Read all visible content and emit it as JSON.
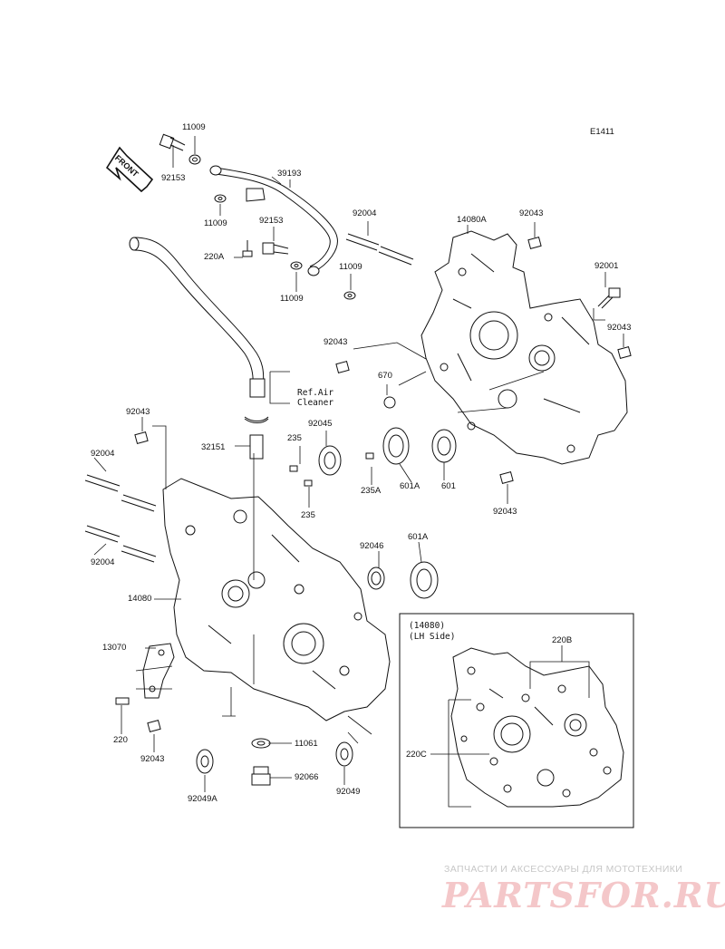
{
  "diagram_code": "E1411",
  "front_label": "FRONT",
  "ref_note": "Ref.Air\nCleaner",
  "inset": {
    "title_line1": "(14080)",
    "title_line2": "(LH Side)"
  },
  "parts": {
    "p11009_top": "11009",
    "p92153_top": "92153",
    "p39193": "39193",
    "p11009_mid": "11009",
    "p92153_mid": "92153",
    "p220A": "220A",
    "p11009_r": "11009",
    "p11009_b": "11009",
    "p92004_top": "92004",
    "p14080A": "14080A",
    "p92043_tr": "92043",
    "p92001": "92001",
    "p92043_r": "92043",
    "p92043_m": "92043",
    "p670": "670",
    "p92045": "92045",
    "p235_a": "235",
    "p235A": "235A",
    "p601A_a": "601A",
    "p601": "601",
    "p235_b": "235",
    "p92043_rb": "92043",
    "p92043_l": "92043",
    "p32151": "32151",
    "p92004_l1": "92004",
    "p92004_l2": "92004",
    "p92046": "92046",
    "p601A_b": "601A",
    "p14080": "14080",
    "p13070": "13070",
    "p220": "220",
    "p92043_bl": "92043",
    "p11061": "11061",
    "p92066": "92066",
    "p92049A": "92049A",
    "p92049": "92049",
    "p220B": "220B",
    "p220C": "220C"
  },
  "watermark": {
    "small": "ЗАПЧАСТИ И АКСЕССУАРЫ ДЛЯ МОТОТЕХНИКИ",
    "big": "PARTSFOR.RU"
  }
}
